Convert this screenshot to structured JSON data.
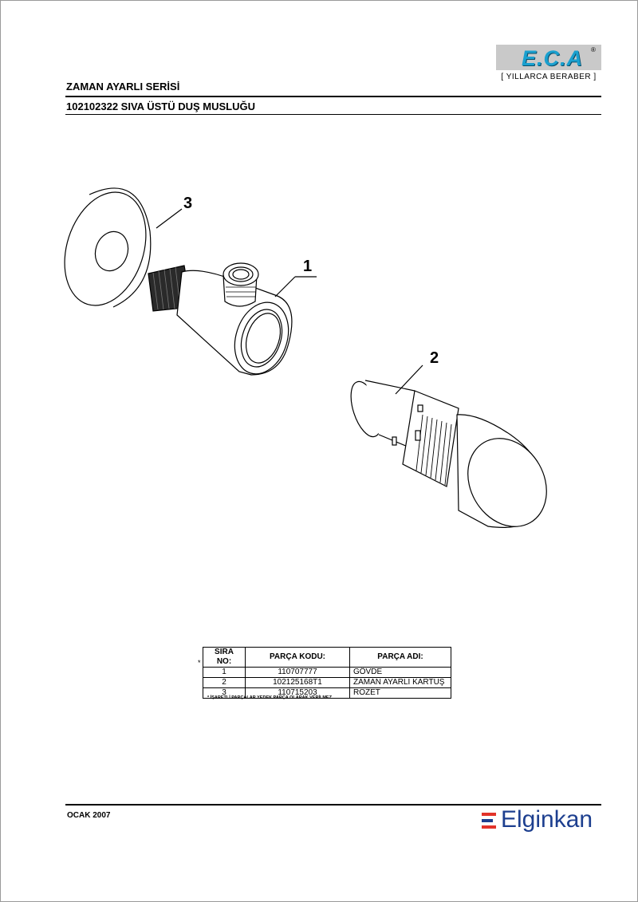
{
  "header": {
    "logo_text": "E.C.A",
    "logo_reg_mark": "®",
    "slogan": "[ YILLARCA BERABER ]",
    "series_title": "ZAMAN AYARLI SERİSİ",
    "product_title": "102102322 SIVA ÜSTÜ DUŞ MUSLUĞU"
  },
  "callouts": {
    "part1": "1",
    "part2": "2",
    "part3": "3"
  },
  "table": {
    "headers": [
      "SIRA NO:",
      "PARÇA KODU:",
      "PARÇA ADI:"
    ],
    "rows": [
      {
        "no": "1",
        "code": "110707777",
        "name": "GÖVDE",
        "marked": true
      },
      {
        "no": "2",
        "code": "102125168T1",
        "name": "ZAMAN AYARLI KARTUŞ",
        "marked": false
      },
      {
        "no": "3",
        "code": "110715203",
        "name": "ROZET",
        "marked": false
      }
    ],
    "mark_symbol": "*",
    "note": "* İŞARETLİ PARÇALAR YEDEK PARÇA OLARAK VERİLMEZ"
  },
  "footer": {
    "date": "OCAK 2007",
    "brand": "Elginkan"
  },
  "colors": {
    "logo": "#1aa0cf",
    "logo_bg": "#c9c9c9",
    "brand": "#1d3f8f",
    "brand_bar": "#e2332a"
  }
}
